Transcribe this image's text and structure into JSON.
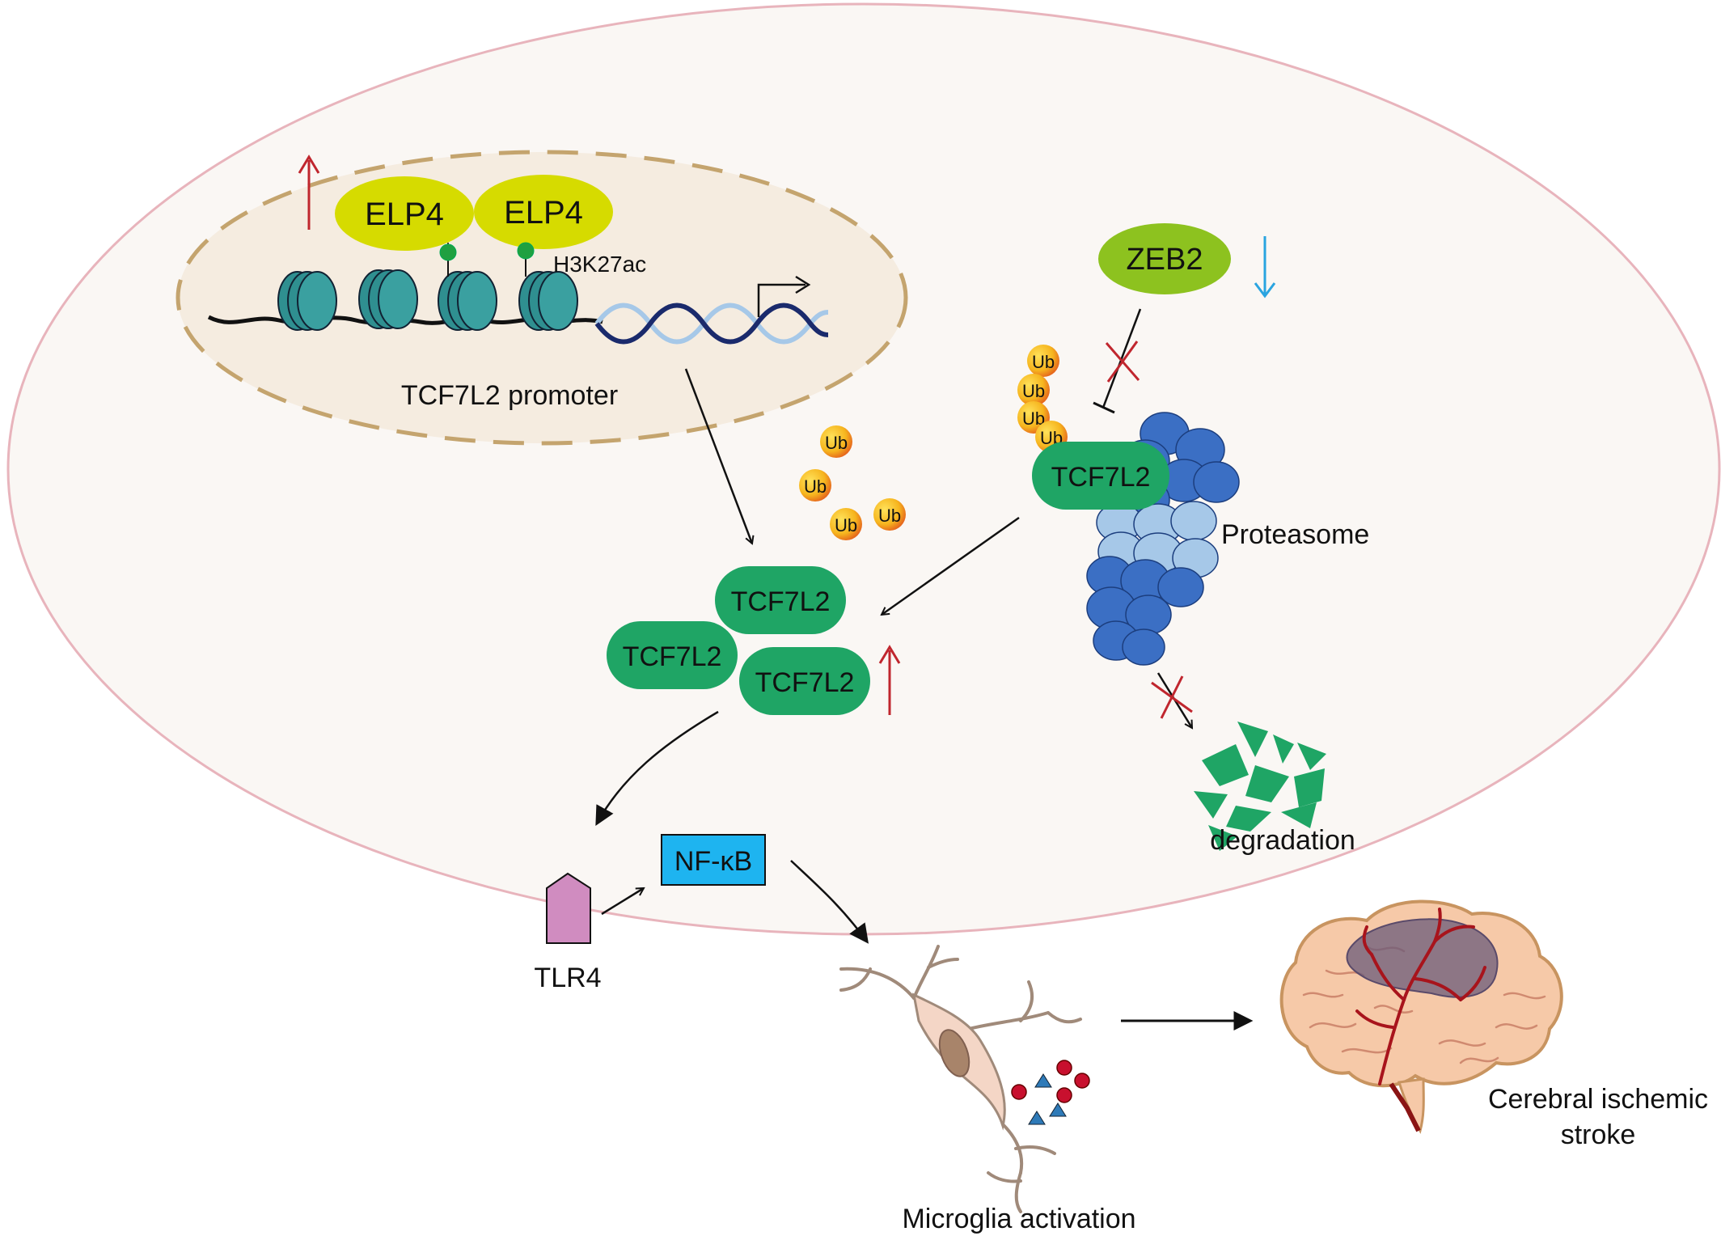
{
  "labels": {
    "elp4_1": "ELP4",
    "elp4_2": "ELP4",
    "h3k27ac": "H3K27ac",
    "promoter": "TCF7L2 promoter",
    "zeb2": "ZEB2",
    "ub": "Ub",
    "tcf7l2": "TCF7L2",
    "proteasome": "Proteasome",
    "degradation": "degradation",
    "nfkb": "NF-κB",
    "tlr4": "TLR4",
    "microglia": "Microglia activation",
    "stroke_line1": "Cerebral ischemic",
    "stroke_line2": "stroke"
  },
  "colors": {
    "cell_membrane": "#e8b4bc",
    "cell_fill": "#faf7f4",
    "nucleus_fill": "#f5ece0",
    "nucleus_border": "#c4a46e",
    "elp4": "#d6db00",
    "zeb2": "#8dc21f",
    "tcf7l2": "#1fa565",
    "ub": "#f2b21c",
    "proteasome_dark": "#3b6fc4",
    "proteasome_light": "#a6c8e8",
    "nfkb": "#1eb4f0",
    "tlr4": "#d08cc0",
    "acetyl_mark": "#1fa040",
    "nucleosome": "#2f8f90",
    "up_arrow": "#c0262e",
    "down_arrow": "#2aa4e0",
    "inhibit_cross": "#c0262e"
  }
}
